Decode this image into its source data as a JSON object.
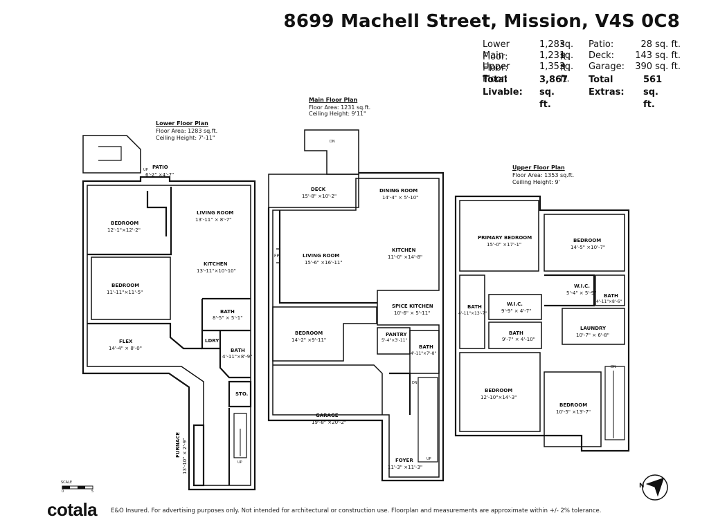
{
  "header": {
    "title": "8699 Machell Street, Mission, V4S 0C8"
  },
  "areas": {
    "lower_label": "Lower Floor:",
    "lower_value": "1,283",
    "main_label": "Main Floor:",
    "main_value": "1,231",
    "upper_label": "Upper Floor:",
    "upper_value": "1,353",
    "sqft": "sq. ft.",
    "total_livable_label": "Total Livable:",
    "total_livable_value": "3,867 sq. ft.",
    "patio_label": "Patio:",
    "patio_value": "28 sq. ft.",
    "deck_label": "Deck:",
    "deck_value": "143 sq. ft.",
    "garage_label": "Garage:",
    "garage_value": "390 sq. ft.",
    "total_extras_label": "Total Extras:",
    "total_extras_value": "561 sq. ft."
  },
  "lower_plan": {
    "heading": "Lower Floor Plan",
    "area": "Floor Area: 1283 sq.ft.",
    "ceiling": "Ceiling Height: 7'-11\"",
    "rooms": {
      "patio": "PATIO",
      "patio_dim": "6'-2\" ×4'-7\"",
      "bedroom1": "BEDROOM",
      "bedroom1_dim": "12'-1\"×12'-2\"",
      "living": "LIVING ROOM",
      "living_dim": "13'-11\" × 8'-7\"",
      "kitchen": "KITCHEN",
      "kitchen_dim": "13'-11\"×10'-10\"",
      "bedroom2": "BEDROOM",
      "bedroom2_dim": "11'-11\"×11'-5\"",
      "bath1": "BATH",
      "bath1_dim": "8'-5\" × 5'-1\"",
      "ldry": "LDRY",
      "bath2": "BATH",
      "bath2_dim": "4'-11\"×8'-9\"",
      "flex": "FLEX",
      "flex_dim": "14'-4\" × 8'-0\"",
      "sto": "STO.",
      "furnace": "FURNACE",
      "furnace_dim": "13'-10\" × 2'-9\"",
      "up1": "UP",
      "up2": "UP"
    }
  },
  "main_plan": {
    "heading": "Main Floor Plan",
    "area": "Floor Area: 1231 sq.ft.",
    "ceiling": "Ceiling Height: 9'11\"",
    "rooms": {
      "dn1": "DN",
      "deck": "DECK",
      "deck_dim": "15'-8\" ×10'-2\"",
      "dining": "DINING ROOM",
      "dining_dim": "14'-4\" × 5'-10\"",
      "living": "LIVING ROOM",
      "living_dim": "15'-6\" ×16'-11\"",
      "fp": "FP",
      "kitchen": "KITCHEN",
      "kitchen_dim": "11'-0\" ×14'-8\"",
      "spice": "SPICE KITCHEN",
      "spice_dim": "10'-6\" × 5'-11\"",
      "bedroom": "BEDROOM",
      "bedroom_dim": "14'-2\" ×9'-11\"",
      "pantry": "PANTRY",
      "pantry_dim": "5'-4\"×3'-11\"",
      "bath": "BATH",
      "bath_dim": "4'-11\"×7'-8\"",
      "garage": "GARAGE",
      "garage_dim": "19'-8\" ×20'-2\"",
      "dn2": "DN",
      "up": "UP",
      "foyer": "FOYER",
      "foyer_dim": "11'-3\" ×11'-3\""
    }
  },
  "upper_plan": {
    "heading": "Upper Floor Plan",
    "area": "Floor Area: 1353 sq.ft.",
    "ceiling": "Ceiling Height: 9'",
    "rooms": {
      "primary": "PRIMARY BEDROOM",
      "primary_dim": "15'-0\" ×17'-1\"",
      "bedroom1": "BEDROOM",
      "bedroom1_dim": "14'-5\" ×10'-7\"",
      "wic1": "W.I.C.",
      "wic1_dim": "5'-4\" × 5'-9\"",
      "bath1": "BATH",
      "bath1_dim": "4'-11\"×8'-6\"",
      "bath2": "BATH",
      "bath2_dim": "4'-11\"×13'-7\"",
      "wic2": "W.I.C.",
      "wic2_dim": "9'-9\" × 4'-7\"",
      "laundry": "LAUNDRY",
      "laundry_dim": "10'-7\" × 6'-8\"",
      "bath3": "BATH",
      "bath3_dim": "9'-7\" × 4'-10\"",
      "bedroom2": "BEDROOM",
      "bedroom2_dim": "12'-10\"×14'-3\"",
      "bedroom3": "BEDROOM",
      "bedroom3_dim": "10'-5\" ×13'-7\"",
      "dn": "DN"
    }
  },
  "scale": {
    "label": "SCALE",
    "zero": "0",
    "five": "5"
  },
  "compass": {
    "n": "N"
  },
  "footer": {
    "logo": "cotala",
    "disclaimer": "E&O Insured. For advertising purposes only. Not intended for architectural or construction use. Floorplan and measurements are approximate within +/- 2% tolerance."
  }
}
